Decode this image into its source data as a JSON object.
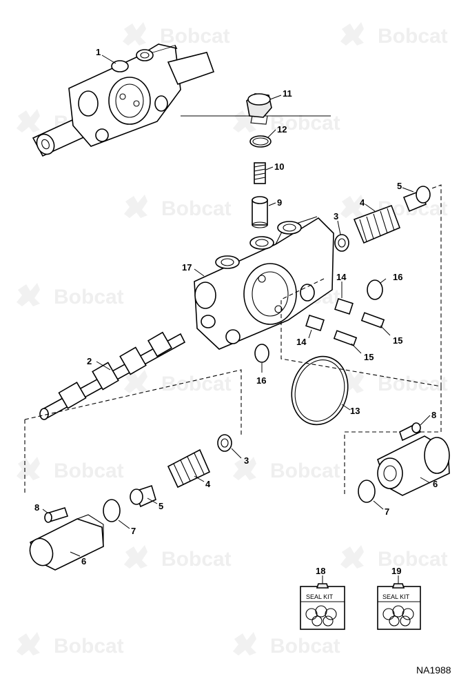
{
  "watermark": {
    "text": "Bobcat"
  },
  "figure_id": "NA1988",
  "seal_kit_label": "SEAL KIT",
  "callouts": {
    "c1": "1",
    "c2": "2",
    "c3a": "3",
    "c3b": "3",
    "c4a": "4",
    "c4b": "4",
    "c5a": "5",
    "c5b": "5",
    "c6a": "6",
    "c6b": "6",
    "c7a": "7",
    "c7b": "7",
    "c8a": "8",
    "c8b": "8",
    "c9": "9",
    "c10": "10",
    "c11": "11",
    "c12": "12",
    "c13": "13",
    "c14a": "14",
    "c14b": "14",
    "c15a": "15",
    "c15b": "15",
    "c16a": "16",
    "c16b": "16",
    "c17": "17",
    "c18": "18",
    "c19": "19"
  }
}
